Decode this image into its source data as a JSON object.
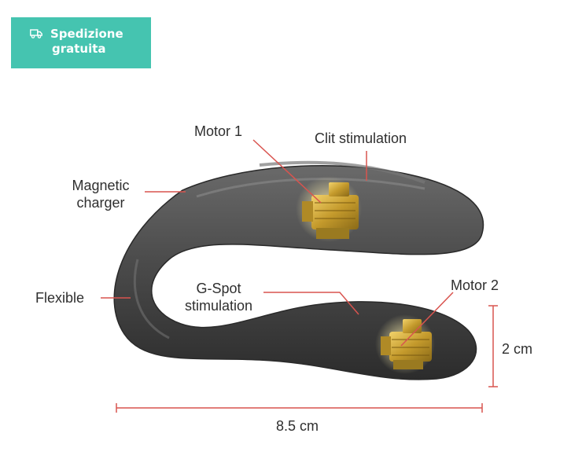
{
  "badge": {
    "line1": "Spedizione",
    "line2": "gratuita",
    "icon": "truck-icon",
    "color": "#45c4b0"
  },
  "labels": {
    "motor1": "Motor 1",
    "clit": "Clit stimulation",
    "magnetic_line1": "Magnetic",
    "magnetic_line2": "charger",
    "flexible": "Flexible",
    "gspot_line1": "G-Spot",
    "gspot_line2": "stimulation",
    "motor2": "Motor 2",
    "height": "2 cm",
    "width": "8.5 cm"
  },
  "colors": {
    "callout": "#d9544f",
    "body": "#4a4a4a",
    "motor": "#c9a43a"
  }
}
